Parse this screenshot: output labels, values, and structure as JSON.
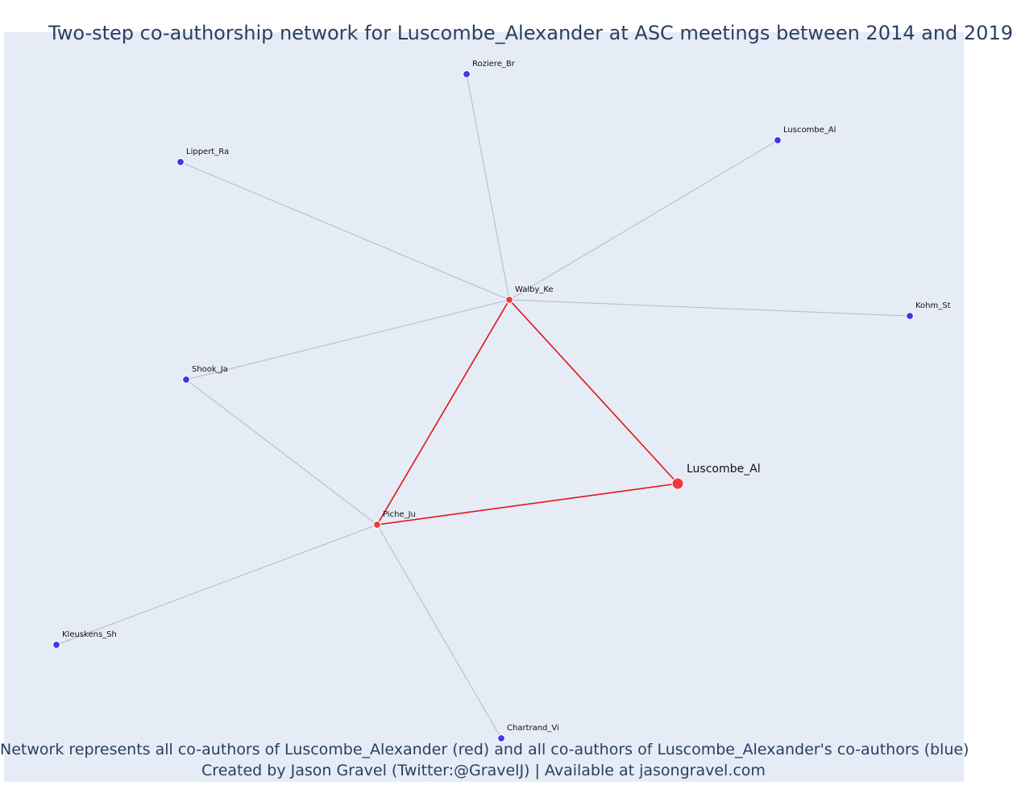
{
  "title": "Two-step co-authorship network for Luscombe_Alexander at ASC meetings between 2014 and 2019",
  "caption": {
    "line1": "Network represents all co-authors of Luscombe_Alexander (red) and all co-authors of Luscombe_Alexander's co-authors (blue)",
    "line2": "Created by Jason Gravel (Twitter:@GravelJ) | Available at jasongravel.com"
  },
  "colors": {
    "background": "#e5ecf6",
    "text": "#2a3f5f",
    "red_node": "#ef3b3b",
    "blue_node": "#3b3bea",
    "red_edge": "#e3141b",
    "grey_edge": "#b3b8c7"
  },
  "nodes": [
    {
      "id": "Luscombe_Al_focal",
      "label": "Luscombe_Al",
      "group": "red",
      "focal": true
    },
    {
      "id": "Walby_Ke",
      "label": "Walby_Ke",
      "group": "red"
    },
    {
      "id": "Piche_Ju",
      "label": "Piche_Ju",
      "group": "red"
    },
    {
      "id": "Roziere_Br",
      "label": "Roziere_Br",
      "group": "blue"
    },
    {
      "id": "Luscombe_Al_blue",
      "label": "Luscombe_Al",
      "group": "blue"
    },
    {
      "id": "Lippert_Ra",
      "label": "Lippert_Ra",
      "group": "blue"
    },
    {
      "id": "Kohm_St",
      "label": "Kohm_St",
      "group": "blue"
    },
    {
      "id": "Shook_Ja",
      "label": "Shook_Ja",
      "group": "blue"
    },
    {
      "id": "Kleuskens_Sh",
      "label": "Kleuskens_Sh",
      "group": "blue"
    },
    {
      "id": "Chartrand_Vi",
      "label": "Chartrand_Vi",
      "group": "blue"
    }
  ],
  "edges": [
    {
      "source": "Walby_Ke",
      "target": "Luscombe_Al_focal",
      "type": "red"
    },
    {
      "source": "Walby_Ke",
      "target": "Piche_Ju",
      "type": "red"
    },
    {
      "source": "Piche_Ju",
      "target": "Luscombe_Al_focal",
      "type": "red"
    },
    {
      "source": "Walby_Ke",
      "target": "Roziere_Br",
      "type": "grey"
    },
    {
      "source": "Walby_Ke",
      "target": "Luscombe_Al_blue",
      "type": "grey"
    },
    {
      "source": "Walby_Ke",
      "target": "Lippert_Ra",
      "type": "grey"
    },
    {
      "source": "Walby_Ke",
      "target": "Kohm_St",
      "type": "grey"
    },
    {
      "source": "Walby_Ke",
      "target": "Shook_Ja",
      "type": "grey"
    },
    {
      "source": "Piche_Ju",
      "target": "Shook_Ja",
      "type": "grey"
    },
    {
      "source": "Piche_Ju",
      "target": "Kleuskens_Sh",
      "type": "grey"
    },
    {
      "source": "Piche_Ju",
      "target": "Chartrand_Vi",
      "type": "grey"
    }
  ]
}
